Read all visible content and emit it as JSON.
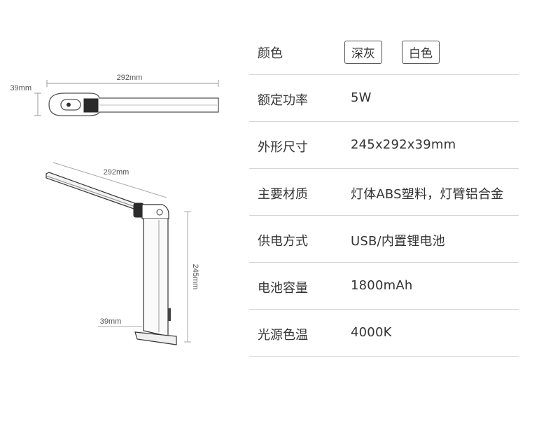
{
  "dimensions": {
    "top_length": "292mm",
    "top_thickness": "39mm",
    "side_length": "292mm",
    "side_height": "245mm",
    "side_base": "39mm"
  },
  "specs": {
    "color_label": "颜色",
    "color_options": [
      "深灰",
      "白色"
    ],
    "rows": [
      {
        "label": "额定功率",
        "value": "5W"
      },
      {
        "label": "外形尺寸",
        "value": "245x292x39mm"
      },
      {
        "label": "主要材质",
        "value": "灯体ABS塑料，灯臂铝合金"
      },
      {
        "label": "供电方式",
        "value": "USB/内置锂电池"
      },
      {
        "label": "电池容量",
        "value": "1800mAh"
      },
      {
        "label": "光源色温",
        "value": "4000K"
      }
    ]
  }
}
